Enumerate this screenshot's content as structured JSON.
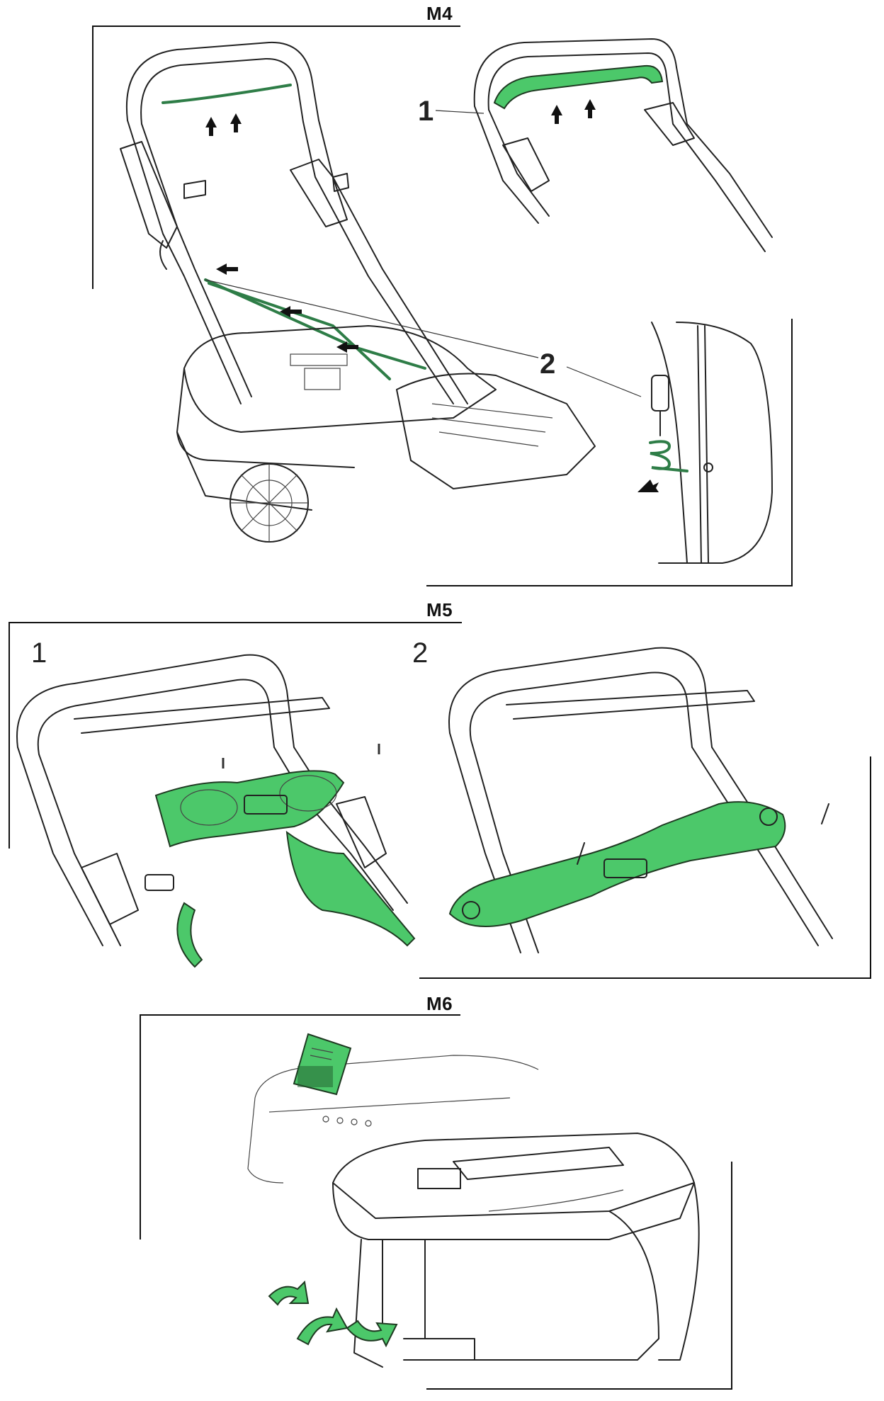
{
  "sections": [
    {
      "id": "m4",
      "label": "M4",
      "callouts": [
        "1",
        "2"
      ]
    },
    {
      "id": "m5",
      "label": "M5",
      "steps": [
        "1",
        "2"
      ]
    },
    {
      "id": "m6",
      "label": "M6"
    }
  ],
  "colors": {
    "accent_green": "#4cc86a",
    "cable_green": "#2e7d47",
    "line": "#222222",
    "background": "#ffffff"
  }
}
